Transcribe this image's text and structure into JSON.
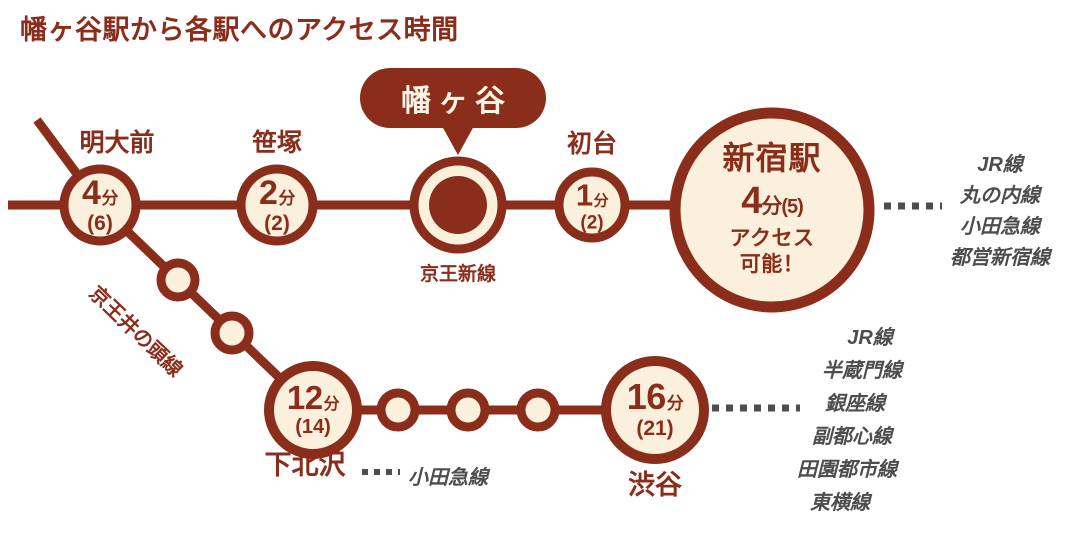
{
  "title": "幡ヶ谷駅から各駅へのアクセス時間",
  "colors": {
    "brand_dark_red": "#8a2d1b",
    "cream": "#fbf0dc",
    "gray_line": "#4d4d4d",
    "background": "#ffffff"
  },
  "center_station": {
    "badge_label": "幡ヶ谷",
    "sub_label": "京王新線"
  },
  "top_line_stations": [
    {
      "name": "明大前",
      "minutes": "4",
      "unit": "分",
      "paren": "(6)"
    },
    {
      "name": "笹塚",
      "minutes": "2",
      "unit": "分",
      "paren": "(2)"
    },
    {
      "name": "初台",
      "minutes": "1",
      "unit": "分",
      "paren": "(2)"
    }
  ],
  "shinjuku": {
    "name": "新宿駅",
    "minutes": "4",
    "unit": "分",
    "paren": "(5)",
    "access_line1": "アクセス",
    "access_line2": "可能！",
    "connected_lines": [
      "JR線",
      "丸の内線",
      "小田急線",
      "都営新宿線"
    ]
  },
  "branch_line_name": "京王井の頭線",
  "bottom_line_stations": [
    {
      "name": "下北沢",
      "minutes": "12",
      "unit": "分",
      "paren": "(14)"
    },
    {
      "name": "渋谷",
      "minutes": "16",
      "unit": "分",
      "paren": "(21)"
    }
  ],
  "shimokitazawa_line": "小田急線",
  "shibuya": {
    "connected_lines": [
      "JR線",
      "半蔵門線",
      "銀座線",
      "副都心線",
      "田園都市線",
      "東横線"
    ]
  }
}
